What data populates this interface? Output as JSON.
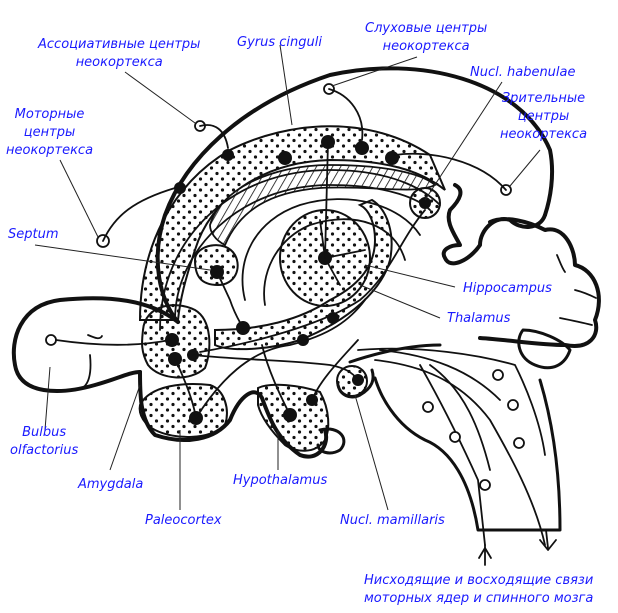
{
  "diagram": {
    "title": "Limbic system schematic",
    "label_color": "#1a1aff",
    "labels": {
      "assoc": [
        "Ассоциативные центры",
        "неокортекса"
      ],
      "gyrus": "Gyrus cinguli",
      "auditory": [
        "Слуховые центры",
        "неокортекса"
      ],
      "habenulae": "Nucl. habenulae",
      "visual": [
        "Зрительные",
        "центры",
        "неокортекса"
      ],
      "motor": [
        "Моторные",
        "центры",
        "неокортекса"
      ],
      "septum": "Septum",
      "hippocampus": "Hippocampus",
      "thalamus": "Thalamus",
      "bulbus": [
        "Bulbus",
        "olfactorius"
      ],
      "amygdala": "Amygdala",
      "hypothalamus": "Hypothalamus",
      "paleocortex": "Paleocortex",
      "mamillaris": "Nucl. mamillaris",
      "spinal": [
        "Нисходящие и восходящие связи",
        "моторных ядер и спинного мозга"
      ]
    }
  }
}
